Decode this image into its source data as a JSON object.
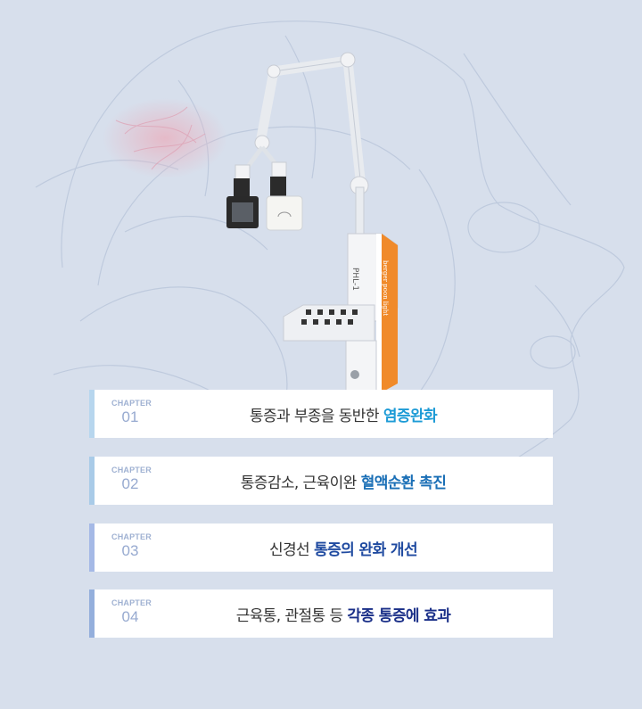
{
  "device_label": "PHL-1",
  "device_brand": "berger poon light",
  "colors": {
    "background": "#d7dfec",
    "card": "#ffffff",
    "accent_1": "#1d9bd6",
    "accent_2": "#1a6fb6",
    "accent_3": "#1f4aa0",
    "accent_4": "#1a2f88",
    "device_orange": "#f08a2a"
  },
  "chapters": [
    {
      "label": "CHAPTER",
      "number": "01",
      "text": "통증과 부종을 동반한",
      "highlight": "염증완화",
      "bar_color": "#b7d6ee",
      "hl_color": "#1d9bd6"
    },
    {
      "label": "CHAPTER",
      "number": "02",
      "text": "통증감소, 근육이완",
      "highlight": "혈액순환 촉진",
      "bar_color": "#a9cbe8",
      "hl_color": "#1a6fb6"
    },
    {
      "label": "CHAPTER",
      "number": "03",
      "text": "신경선",
      "highlight": "통증의 완화 개선",
      "bar_color": "#a5b9e6",
      "hl_color": "#1f4aa0"
    },
    {
      "label": "CHAPTER",
      "number": "04",
      "text": "근육통, 관절통 등",
      "highlight": "각종 통증에 효과",
      "bar_color": "#94afdc",
      "hl_color": "#1a2f88"
    }
  ]
}
